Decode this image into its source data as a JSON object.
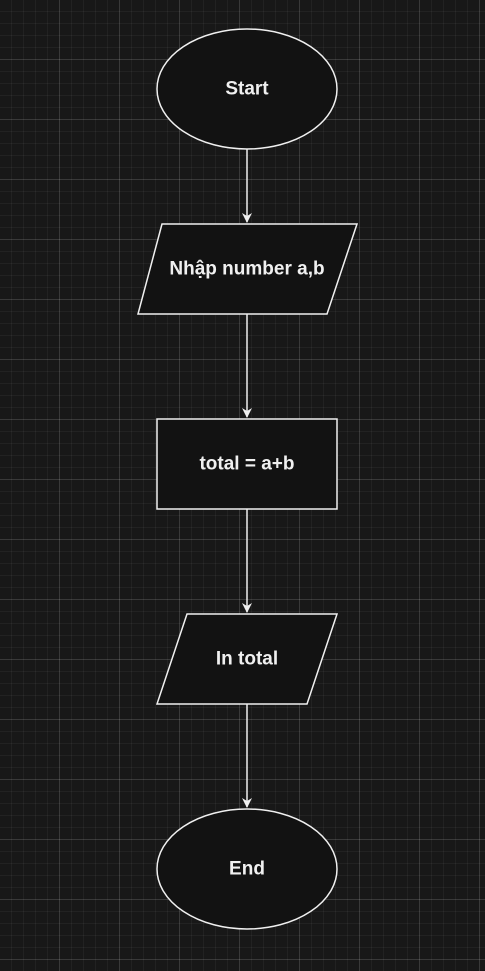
{
  "flowchart": {
    "colors": {
      "background": "#181818",
      "shape_fill": "#121212",
      "stroke": "#f0f0f0",
      "text": "#f0f0f0"
    },
    "nodes": [
      {
        "id": "start",
        "shape": "ellipse",
        "label": "Start"
      },
      {
        "id": "input",
        "shape": "parallelogram",
        "label": "Nhập number a,b"
      },
      {
        "id": "process",
        "shape": "rectangle",
        "label": "total = a+b"
      },
      {
        "id": "output",
        "shape": "parallelogram",
        "label": "In total"
      },
      {
        "id": "end",
        "shape": "ellipse",
        "label": "End"
      }
    ],
    "edges": [
      {
        "from": "start",
        "to": "input"
      },
      {
        "from": "input",
        "to": "process"
      },
      {
        "from": "process",
        "to": "output"
      },
      {
        "from": "output",
        "to": "end"
      }
    ]
  }
}
